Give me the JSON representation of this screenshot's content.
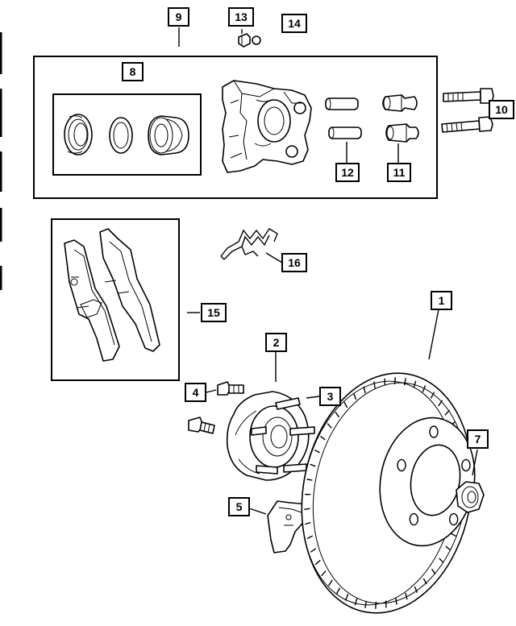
{
  "diagram": {
    "callouts": [
      {
        "id": "c1",
        "label": "1"
      },
      {
        "id": "c2",
        "label": "2"
      },
      {
        "id": "c3",
        "label": "3"
      },
      {
        "id": "c4",
        "label": "4"
      },
      {
        "id": "c5",
        "label": "5"
      },
      {
        "id": "c7",
        "label": "7"
      },
      {
        "id": "c8",
        "label": "8"
      },
      {
        "id": "c9",
        "label": "9"
      },
      {
        "id": "c10",
        "label": "10"
      },
      {
        "id": "c11",
        "label": "11"
      },
      {
        "id": "c12",
        "label": "12"
      },
      {
        "id": "c13",
        "label": "13"
      },
      {
        "id": "c14",
        "label": "14"
      },
      {
        "id": "c15",
        "label": "15"
      },
      {
        "id": "c16",
        "label": "16"
      }
    ]
  }
}
